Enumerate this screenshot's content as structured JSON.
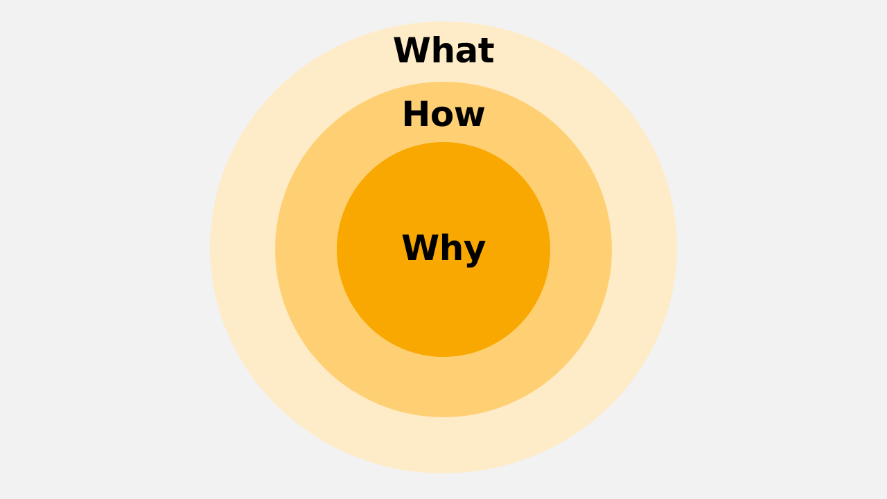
{
  "diagram": {
    "rings": [
      {
        "id": "what",
        "label": "What",
        "color": "#feebc7"
      },
      {
        "id": "how",
        "label": "How",
        "color": "#fed073"
      },
      {
        "id": "why",
        "label": "Why",
        "color": "#f8a800"
      }
    ],
    "text_color": "#000000",
    "background": "#f2f2f2"
  }
}
